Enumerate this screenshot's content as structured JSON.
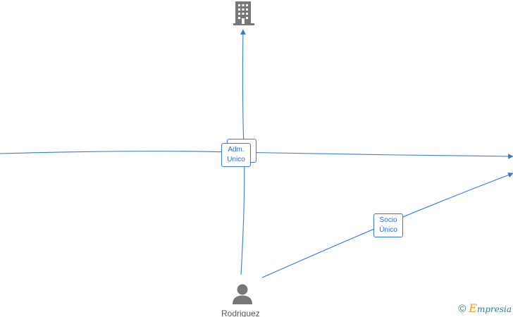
{
  "diagram": {
    "edge_labels": {
      "adm": [
        "Adm.",
        "Unico"
      ],
      "socio": [
        "Socio",
        "Único"
      ]
    },
    "nodes": {
      "company": {
        "icon": "building-icon"
      },
      "person": {
        "icon": "person-icon",
        "label": "Rodriguez"
      }
    }
  },
  "footer": {
    "copyright_symbol": "©",
    "brand_first": "E",
    "brand_rest": "mpresia"
  },
  "colors": {
    "edge": "#3a7bd5",
    "icon": "#777777",
    "brand": "#2e7d8c",
    "brand_accent": "#f0a020"
  }
}
